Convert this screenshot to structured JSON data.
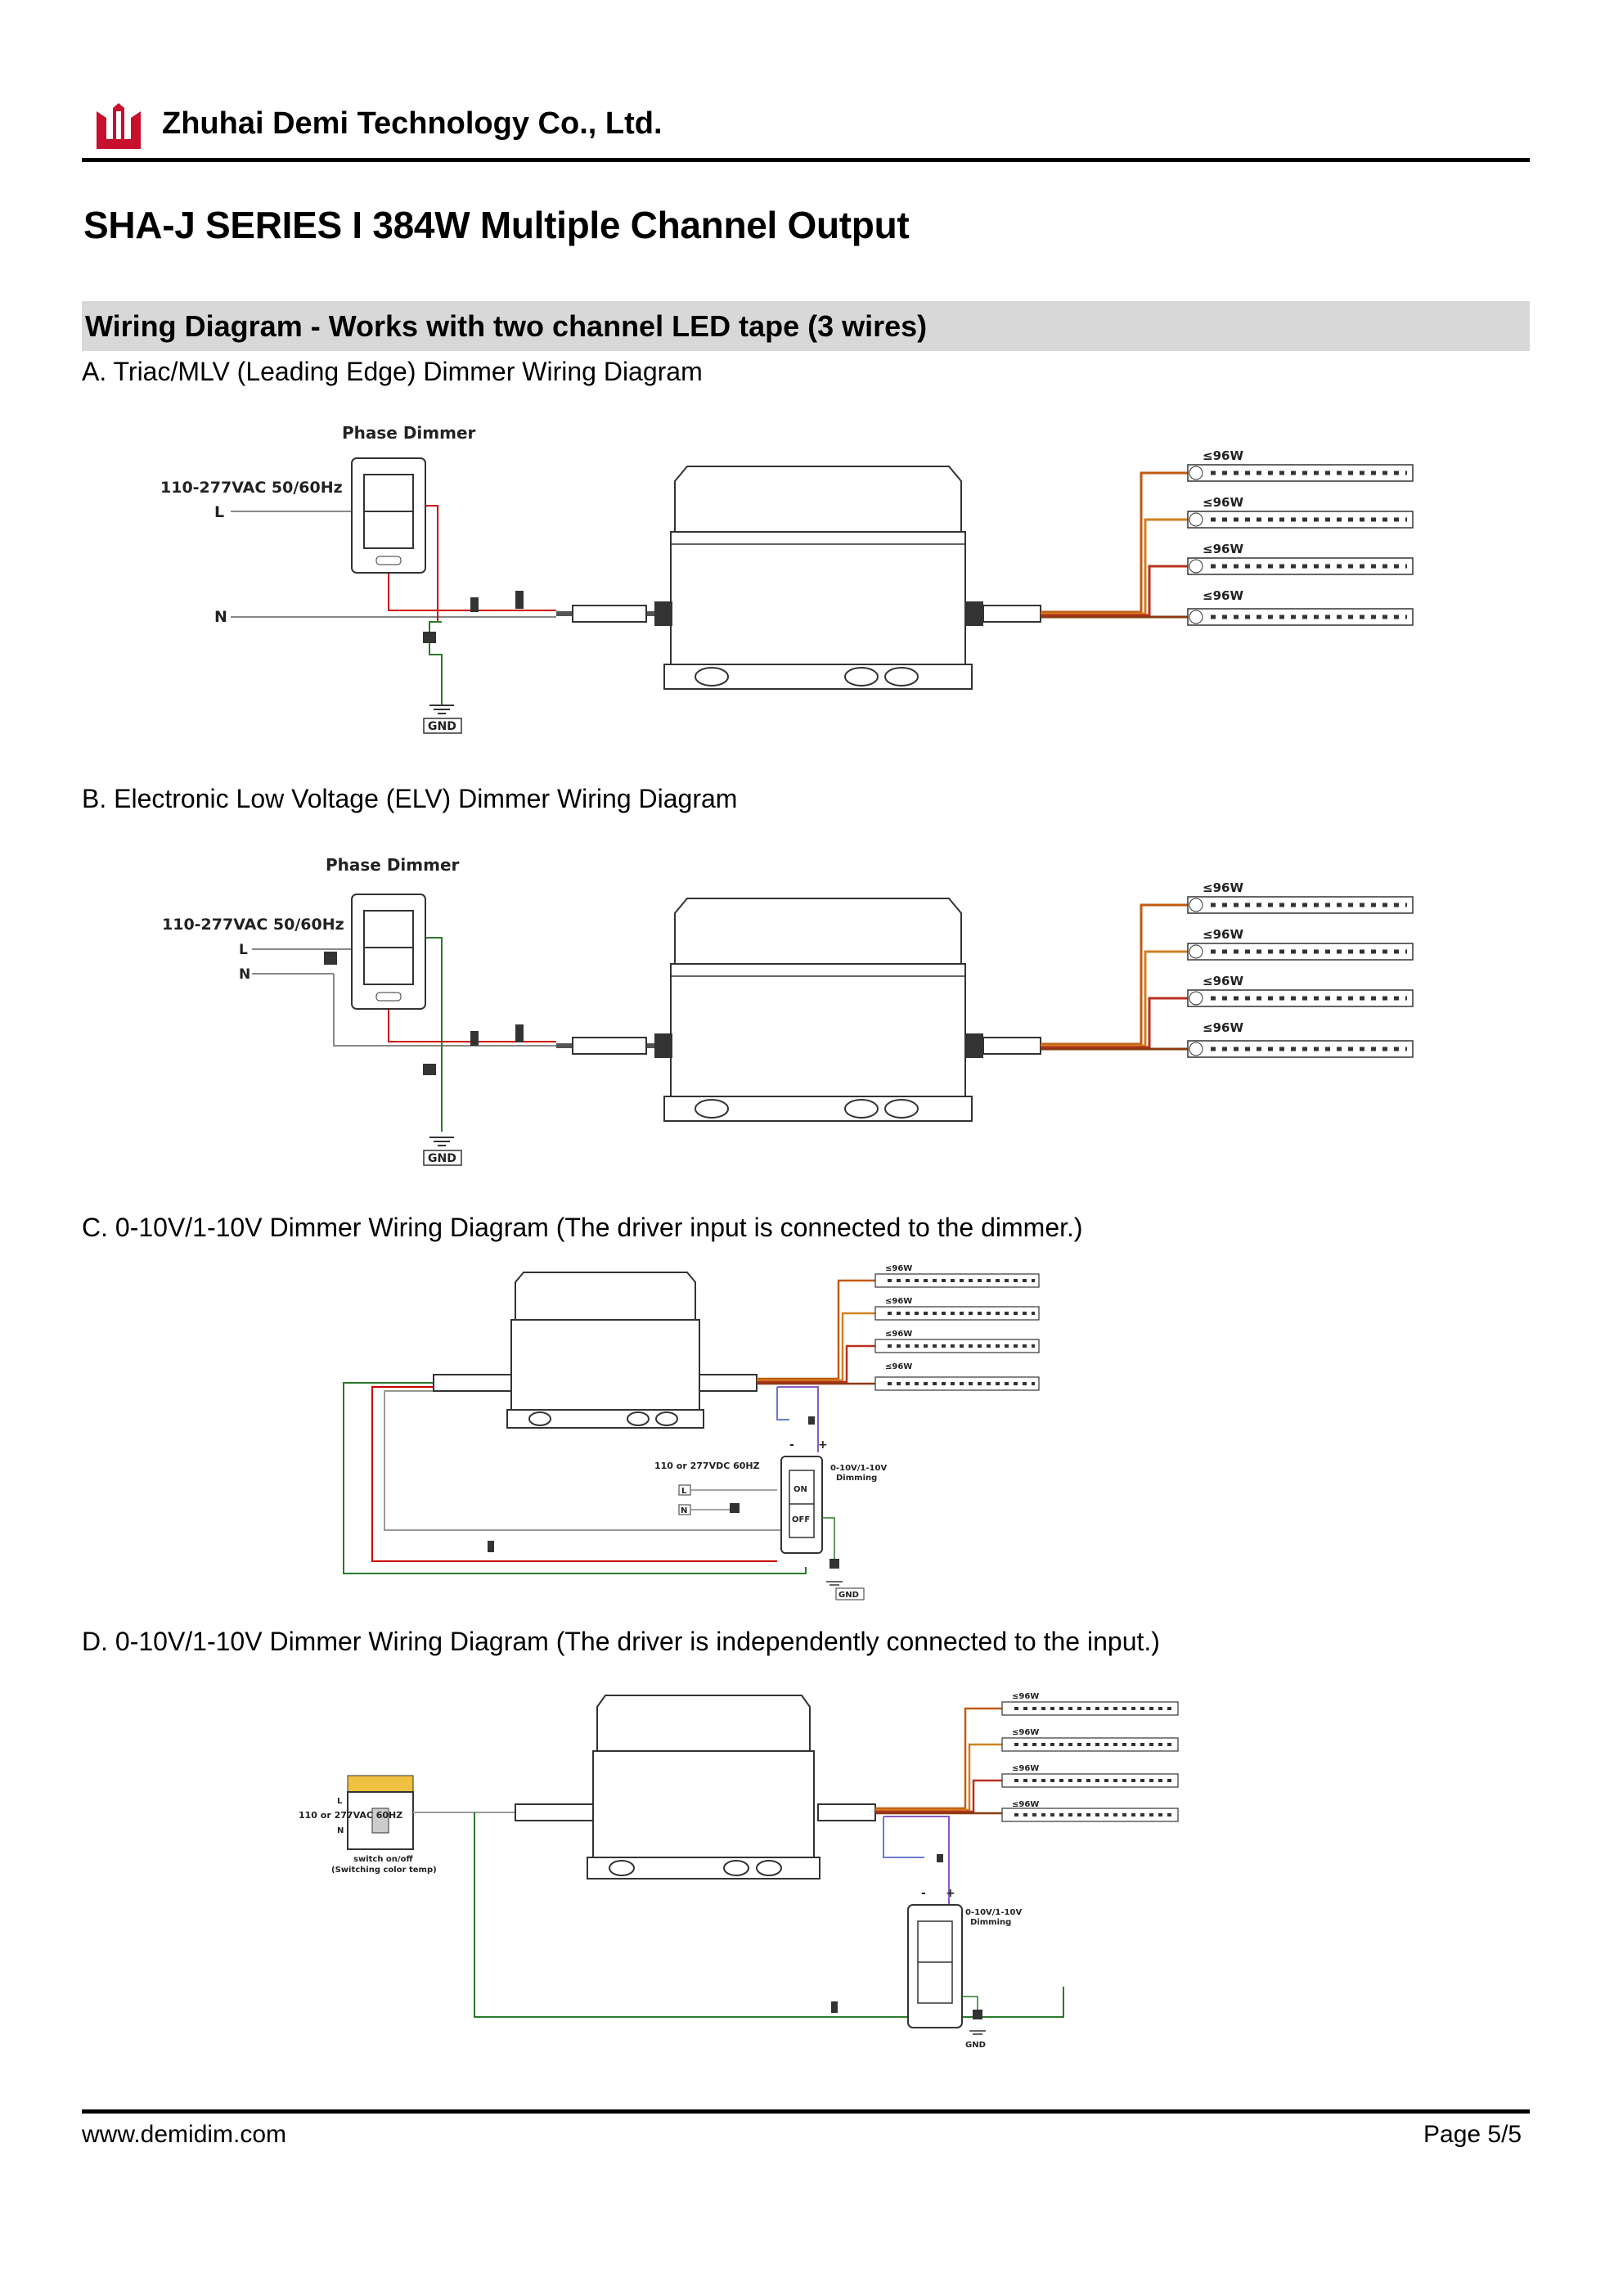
{
  "header": {
    "company": "Zhuhai Demi Technology Co., Ltd.",
    "logo_icon": "demi-logo-icon",
    "brand_color": "#c8102e"
  },
  "doc_title": "SHA-J SERIES I 384W Multiple Channel Output",
  "section": {
    "title": "Wiring Diagram - Works with two channel LED tape (3 wires)"
  },
  "diagrams": {
    "a": {
      "title": "A. Triac/MLV (Leading Edge) Dimmer Wiring Diagram",
      "dimmer_label": "Phase Dimmer",
      "input_label": "110-277VAC 50/60Hz",
      "line_label": "L",
      "neutral_label": "N",
      "ground_label": "GND",
      "tape_labels": [
        "≤96W",
        "≤96W",
        "≤96W",
        "≤96W"
      ]
    },
    "b": {
      "title": "B. Electronic Low Voltage (ELV) Dimmer Wiring Diagram",
      "dimmer_label": "Phase Dimmer",
      "input_label": "110-277VAC 50/60Hz",
      "line_label": "L",
      "neutral_label": "N",
      "ground_label": "GND",
      "tape_labels": [
        "≤96W",
        "≤96W",
        "≤96W",
        "≤96W"
      ]
    },
    "c": {
      "title": "C. 0-10V/1-10V Dimmer Wiring Diagram (The driver input is connected to the dimmer.)",
      "input_label": "110 or 277VDC 60HZ",
      "line_label": "L",
      "neutral_label": "N",
      "dimming_label_1": "0-10V/1-10V",
      "dimming_label_2": "Dimming",
      "on_label": "ON",
      "off_label": "OFF",
      "minus_label": "-",
      "plus_label": "+",
      "ground_label": "GND",
      "tape_labels": [
        "≤96W",
        "≤96W",
        "≤96W",
        "≤96W"
      ]
    },
    "d": {
      "title": "D. 0-10V/1-10V Dimmer Wiring Diagram (The driver is independently connected to the input.)",
      "input_label": "110 or 277VAC 60HZ",
      "line_label": "L",
      "neutral_label": "N",
      "switch_label_1": "switch on/off",
      "switch_label_2": "(Switching color temp)",
      "dimming_label_1": "0-10V/1-10V",
      "dimming_label_2": "Dimming",
      "minus_label": "-",
      "plus_label": "+",
      "ground_label": "GND",
      "tape_labels": [
        "≤96W",
        "≤96W",
        "≤96W",
        "≤96W"
      ]
    }
  },
  "footer": {
    "website": "www.demidim.com",
    "page": "Page 5/5"
  }
}
